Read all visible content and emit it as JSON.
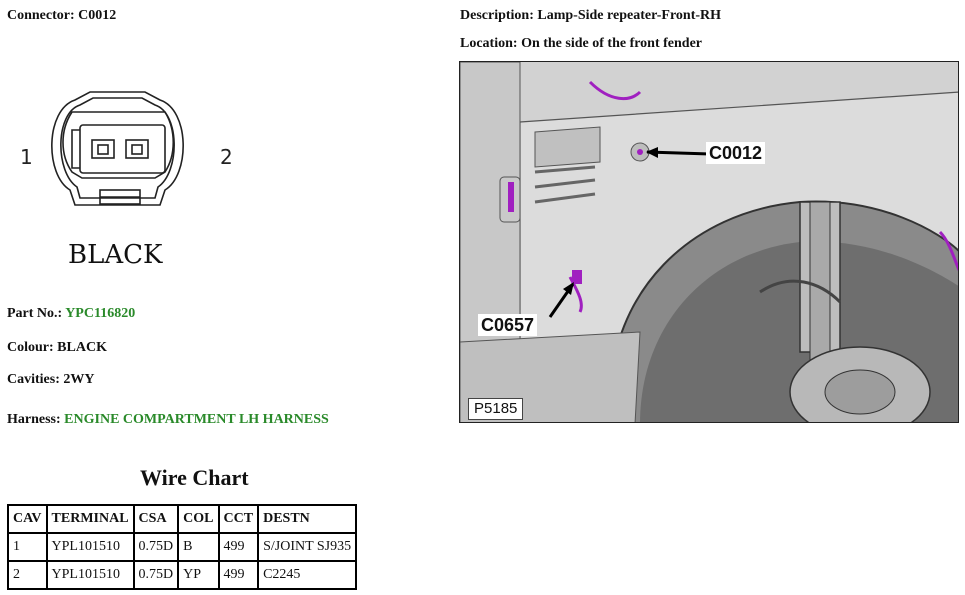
{
  "connector": {
    "label": "Connector:",
    "value": "C0012"
  },
  "description": {
    "label": "Description:",
    "value": "Lamp-Side repeater-Front-RH"
  },
  "location": {
    "label": "Location:",
    "value": "On the side of the front fender"
  },
  "diagram": {
    "pin_left": "1",
    "pin_right": "2",
    "color_caption": "BLACK"
  },
  "photo": {
    "callout_main": "C0012",
    "callout_secondary": "C0657",
    "figure_id": "P5185"
  },
  "part": {
    "label": "Part No.:",
    "value": "YPC116820"
  },
  "colour": {
    "label": "Colour:",
    "value": "BLACK"
  },
  "cavities": {
    "label": "Cavities:",
    "value": "2WY"
  },
  "harness": {
    "label": "Harness:",
    "value": "ENGINE COMPARTMENT LH HARNESS"
  },
  "wire_chart": {
    "title": "Wire Chart",
    "headers": [
      "CAV",
      "TERMINAL",
      "CSA",
      "COL",
      "CCT",
      "DESTN"
    ],
    "rows": [
      [
        "1",
        "YPL101510",
        "0.75D",
        "B",
        "499",
        "S/JOINT SJ935"
      ],
      [
        "2",
        "YPL101510",
        "0.75D",
        "YP",
        "499",
        "C2245"
      ]
    ]
  },
  "colors": {
    "link_green": "#2a8a2a",
    "harness_wire": "#a020c0"
  }
}
